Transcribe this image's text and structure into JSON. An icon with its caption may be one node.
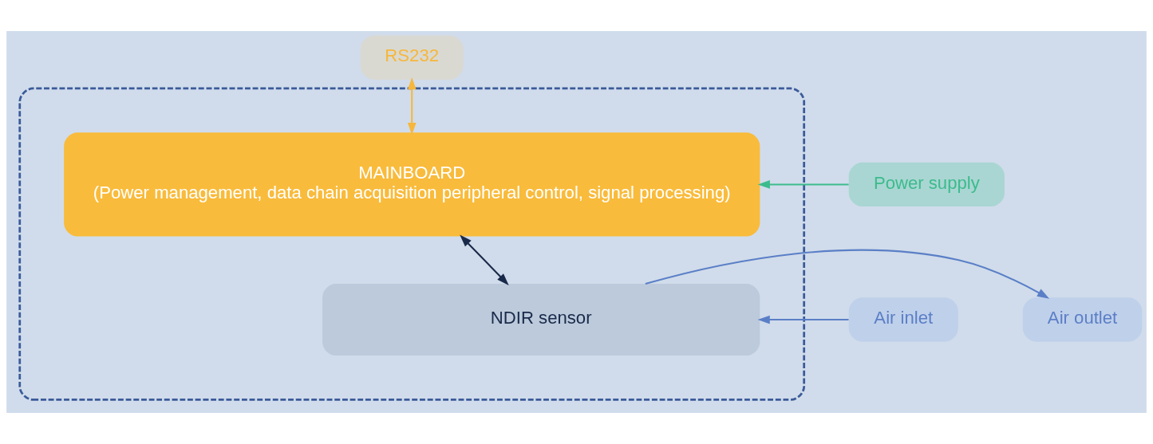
{
  "diagram": {
    "nodes": [
      {
        "text": [
          "RS232"
        ]
      },
      {
        "text": [],
        "shape": "box"
      },
      {
        "text": [
          "MAINBOARD",
          "(Power management, data chain acquisition peripheral control, signal processing)"
        ],
        "in": 1
      },
      {
        "text": [
          "NDIR sensor"
        ],
        "in": 1
      },
      {
        "text": [
          "Power supply"
        ]
      },
      {
        "text": [
          "Air inlet"
        ]
      },
      {
        "text": [
          "Air outlet"
        ]
      }
    ],
    "edges": [
      {
        "from": 0,
        "to": 2,
        "arrow": "both",
        "color": "#f6b73c"
      },
      {
        "from": 4,
        "to": 2,
        "arrow": "to",
        "color": "#3dbb8c"
      },
      {
        "from": 2,
        "to": 3,
        "arrow": "both",
        "color": "#1a2a4a"
      },
      {
        "from": 5,
        "to": 3,
        "arrow": "to",
        "color": "#5b7fc7"
      },
      {
        "from": 3,
        "to": 6,
        "arrow": "to",
        "color": "#5b7fc7"
      }
    ]
  }
}
